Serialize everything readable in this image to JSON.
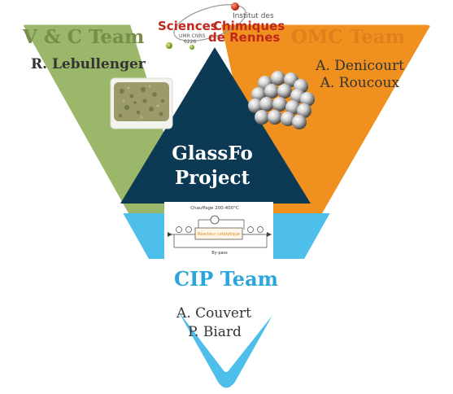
{
  "logo": {
    "line1": "Institut des",
    "line2a": "Sciences",
    "line2b": "Chimiques",
    "line3a": "UMR CNRS",
    "line3b": "6226",
    "line3c": "de Rennes"
  },
  "teams": {
    "vc": {
      "name": "V & C Team",
      "member": "R. Lebullenger",
      "color": "#9bb86a"
    },
    "omc": {
      "name": "OMC Team",
      "members": [
        "A. Denicourt",
        "A. Roucoux"
      ],
      "color": "#f0901f"
    },
    "cip": {
      "name": "CIP Team",
      "members": [
        "A. Couvert",
        "P. Biard"
      ],
      "color": "#4ebfea"
    }
  },
  "center": {
    "line1": "GlassFo",
    "line2": "Project",
    "color": "#0c3a55"
  },
  "schematic": {
    "top_label": "Chauffage 200-400°C",
    "reactor_label": "Réacteur catalytique",
    "bypass_label": "By-pass"
  },
  "colors": {
    "vc_team_text": "#7a8c4a",
    "omc_team_text": "#e0801c",
    "cip_team_text": "#2aa6dc",
    "member_text": "#333333"
  }
}
